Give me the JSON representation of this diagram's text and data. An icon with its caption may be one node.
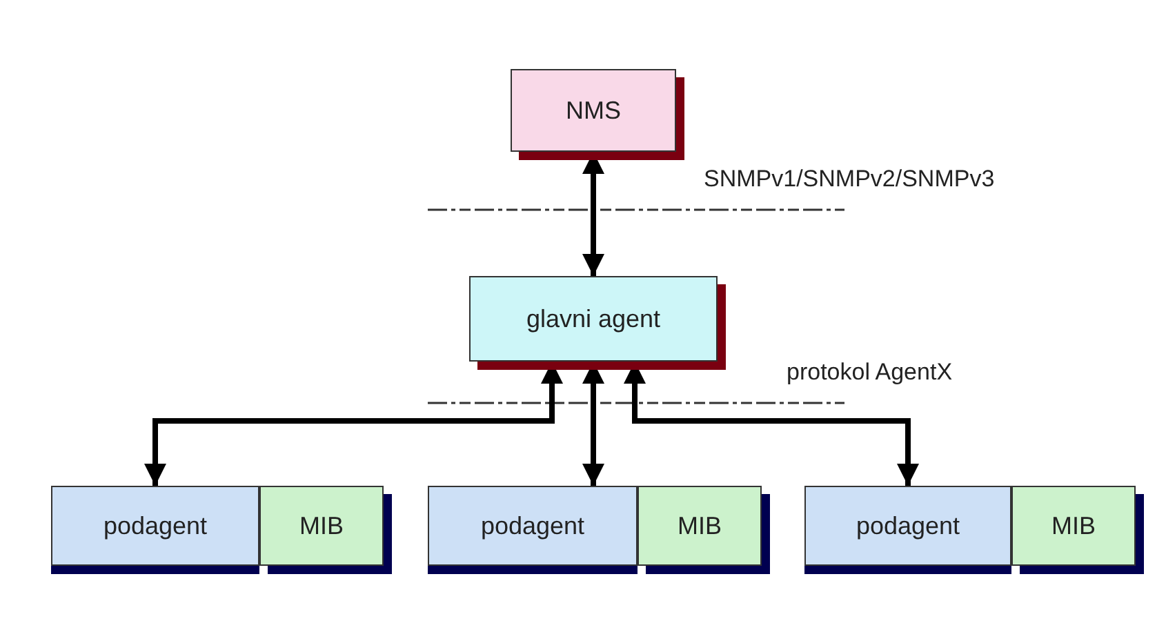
{
  "diagram": {
    "nodes": [
      {
        "text": [
          "NMS"
        ]
      },
      {
        "text": [
          "glavni agent"
        ]
      },
      {
        "text": [
          "podagent"
        ]
      },
      {
        "text": [
          "MIB"
        ]
      },
      {
        "text": [
          "podagent"
        ]
      },
      {
        "text": [
          "MIB"
        ]
      },
      {
        "text": [
          "podagent"
        ]
      },
      {
        "text": [
          "MIB"
        ]
      }
    ],
    "edges": [
      {
        "from": 0,
        "to": 1,
        "arrow": "both"
      },
      {
        "from": 1,
        "to": 2,
        "arrow": "both"
      },
      {
        "from": 1,
        "to": 4,
        "arrow": "both"
      },
      {
        "from": 1,
        "to": 6,
        "arrow": "both"
      }
    ],
    "labels": [
      "SNMPv1/SNMPv2/SNMPv3",
      "protokol AgentX"
    ]
  }
}
